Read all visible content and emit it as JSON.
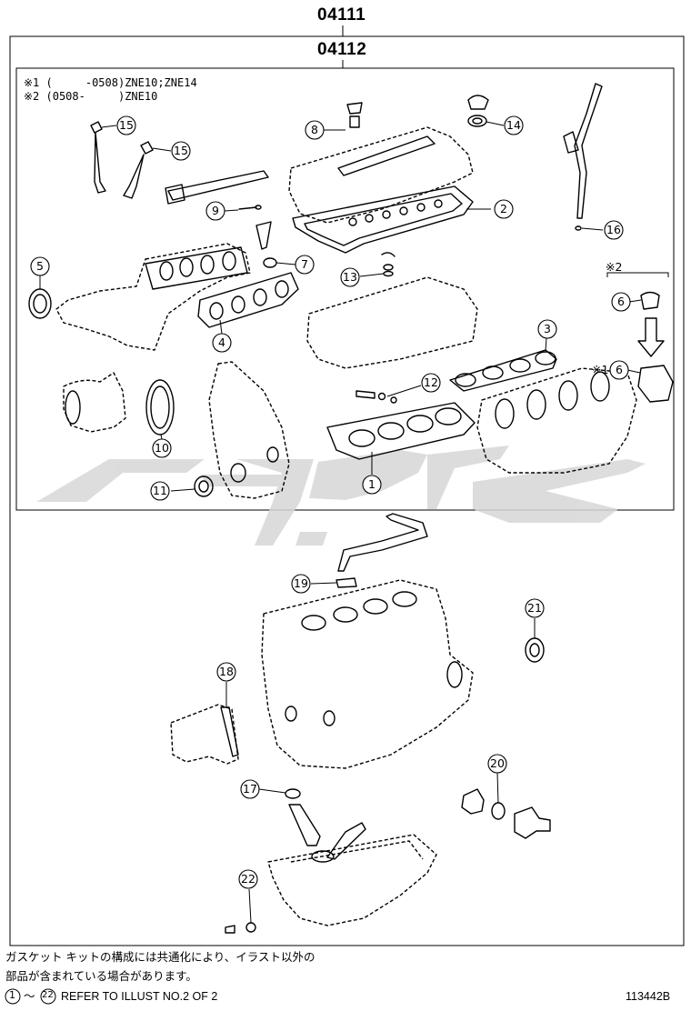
{
  "header": {
    "kit_code": "04111",
    "subkit_code": "04112"
  },
  "notes": {
    "note1": "※1 (     -0508)ZNE10;ZNE14",
    "note2": "※2 (0508-     )ZNE10"
  },
  "callouts": [
    {
      "id": "c1",
      "label": "1"
    },
    {
      "id": "c2",
      "label": "2"
    },
    {
      "id": "c3",
      "label": "3"
    },
    {
      "id": "c4",
      "label": "4"
    },
    {
      "id": "c5",
      "label": "5"
    },
    {
      "id": "c6a",
      "label": "6"
    },
    {
      "id": "c6b",
      "label": "6"
    },
    {
      "id": "c7",
      "label": "7"
    },
    {
      "id": "c8",
      "label": "8"
    },
    {
      "id": "c9",
      "label": "9"
    },
    {
      "id": "c10",
      "label": "10"
    },
    {
      "id": "c11",
      "label": "11"
    },
    {
      "id": "c12",
      "label": "12"
    },
    {
      "id": "c13",
      "label": "13"
    },
    {
      "id": "c14",
      "label": "14"
    },
    {
      "id": "c15a",
      "label": "15"
    },
    {
      "id": "c15b",
      "label": "15"
    },
    {
      "id": "c16",
      "label": "16"
    },
    {
      "id": "c17",
      "label": "17"
    },
    {
      "id": "c18",
      "label": "18"
    },
    {
      "id": "c19",
      "label": "19"
    },
    {
      "id": "c20",
      "label": "20"
    },
    {
      "id": "c21",
      "label": "21"
    },
    {
      "id": "c22",
      "label": "22"
    }
  ],
  "markers": {
    "group2": "※2",
    "star1_at_6": "※1"
  },
  "footer": {
    "jp_line1": "ガスケット キットの構成には共通化により、イラスト以外の",
    "jp_line2": "部品が含まれている場合があります。",
    "ref_from": "1",
    "ref_to": "22",
    "ref_tilde": "～",
    "ref_text": "REFER TO ILLUST NO.2 OF 2",
    "drawing_no": "113442B"
  }
}
